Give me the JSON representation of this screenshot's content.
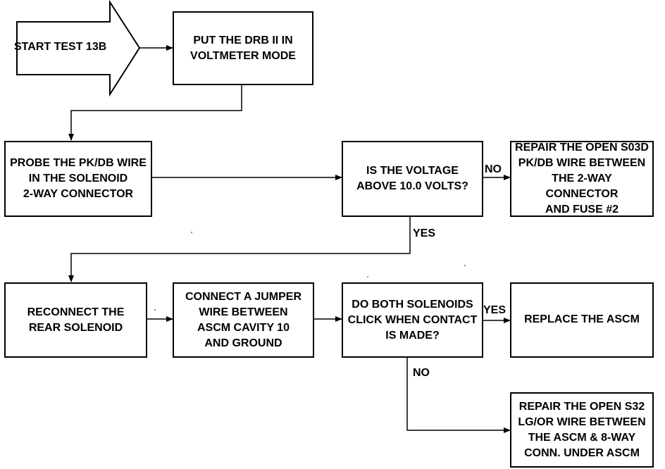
{
  "start": {
    "label": "START TEST 13B"
  },
  "nodes": {
    "put_drb": "PUT THE DRB II IN\nVOLTMETER MODE",
    "probe": "PROBE THE PK/DB WIRE\nIN THE SOLENOID\n2-WAY CONNECTOR",
    "voltage_q": "IS THE VOLTAGE\nABOVE 10.0 VOLTS?",
    "repair_s03d": "REPAIR THE OPEN S03D\nPK/DB WIRE BETWEEN\nTHE 2-WAY CONNECTOR\nAND FUSE #2",
    "reconnect": "RECONNECT THE\nREAR SOLENOID",
    "jumper": "CONNECT A JUMPER\nWIRE BETWEEN\nASCM CAVITY 10\nAND GROUND",
    "click_q": "DO BOTH SOLENOIDS\nCLICK WHEN CONTACT\nIS MADE?",
    "replace": "REPLACE THE ASCM",
    "repair_s32": "REPAIR THE OPEN S32\nLG/OR WIRE BETWEEN\nTHE ASCM & 8-WAY\nCONN. UNDER ASCM"
  },
  "edge_labels": {
    "voltage_no": "NO",
    "voltage_yes": "YES",
    "click_yes": "YES",
    "click_no": "NO"
  }
}
